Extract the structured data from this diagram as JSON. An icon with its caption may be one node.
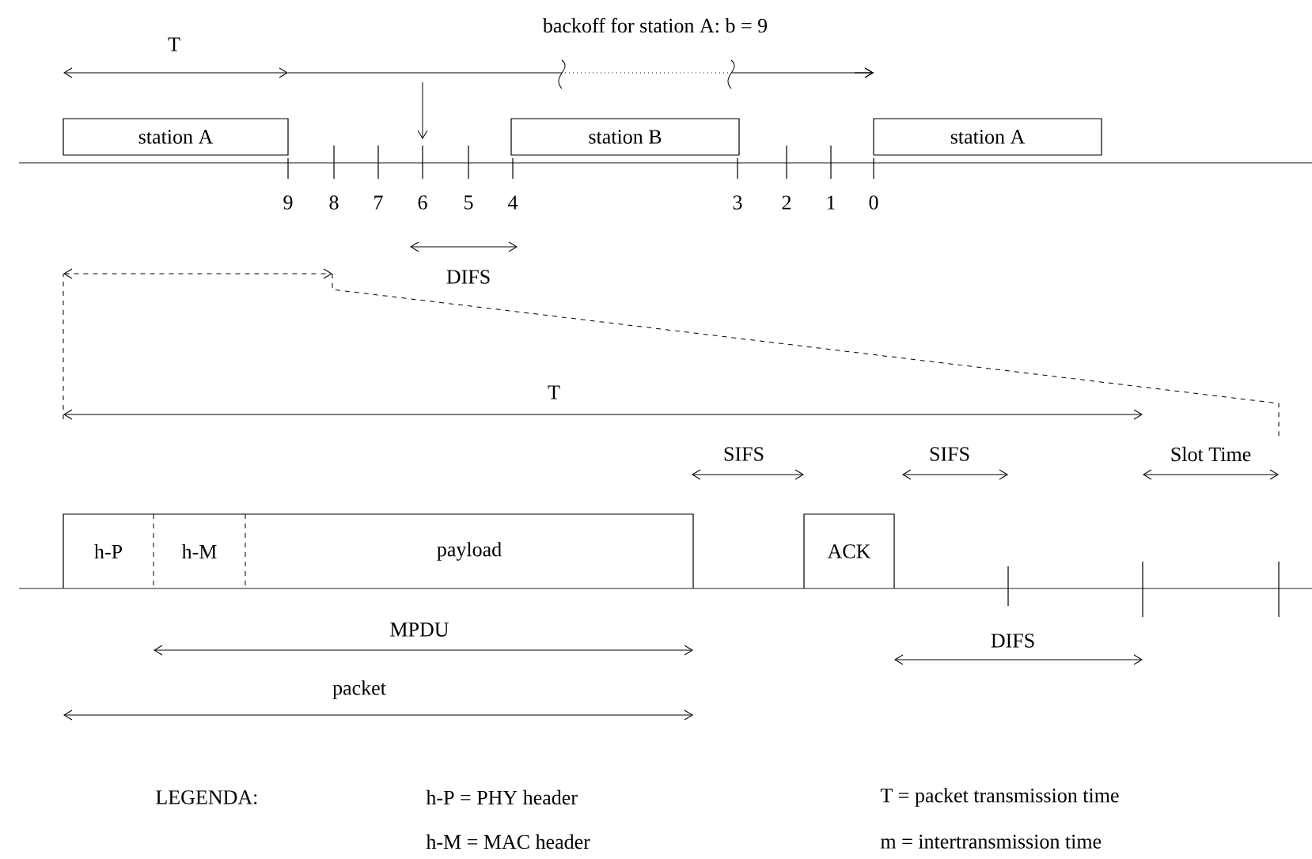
{
  "diagram": {
    "nodes": [
      {
        "text": [
          "station A"
        ]
      },
      {
        "text": [
          "station B"
        ]
      },
      {
        "text": [
          "station A"
        ]
      },
      {
        "text": [
          "h-P"
        ]
      },
      {
        "text": [
          "h-M"
        ]
      },
      {
        "text": [
          "payload"
        ]
      },
      {
        "text": [
          "ACK"
        ]
      }
    ],
    "labels": [
      "T",
      "backoff for station A: b = 9",
      "9",
      "8",
      "7",
      "6",
      "5",
      "4",
      "3",
      "2",
      "1",
      "0",
      "DIFS",
      "T",
      "SIFS",
      "SIFS",
      "Slot Time",
      "MPDU",
      "DIFS",
      "packet",
      "LEGENDA:",
      "h-P = PHY header",
      "T = packet transmission time",
      "h-M = MAC header",
      "m = intertransmission time"
    ]
  }
}
